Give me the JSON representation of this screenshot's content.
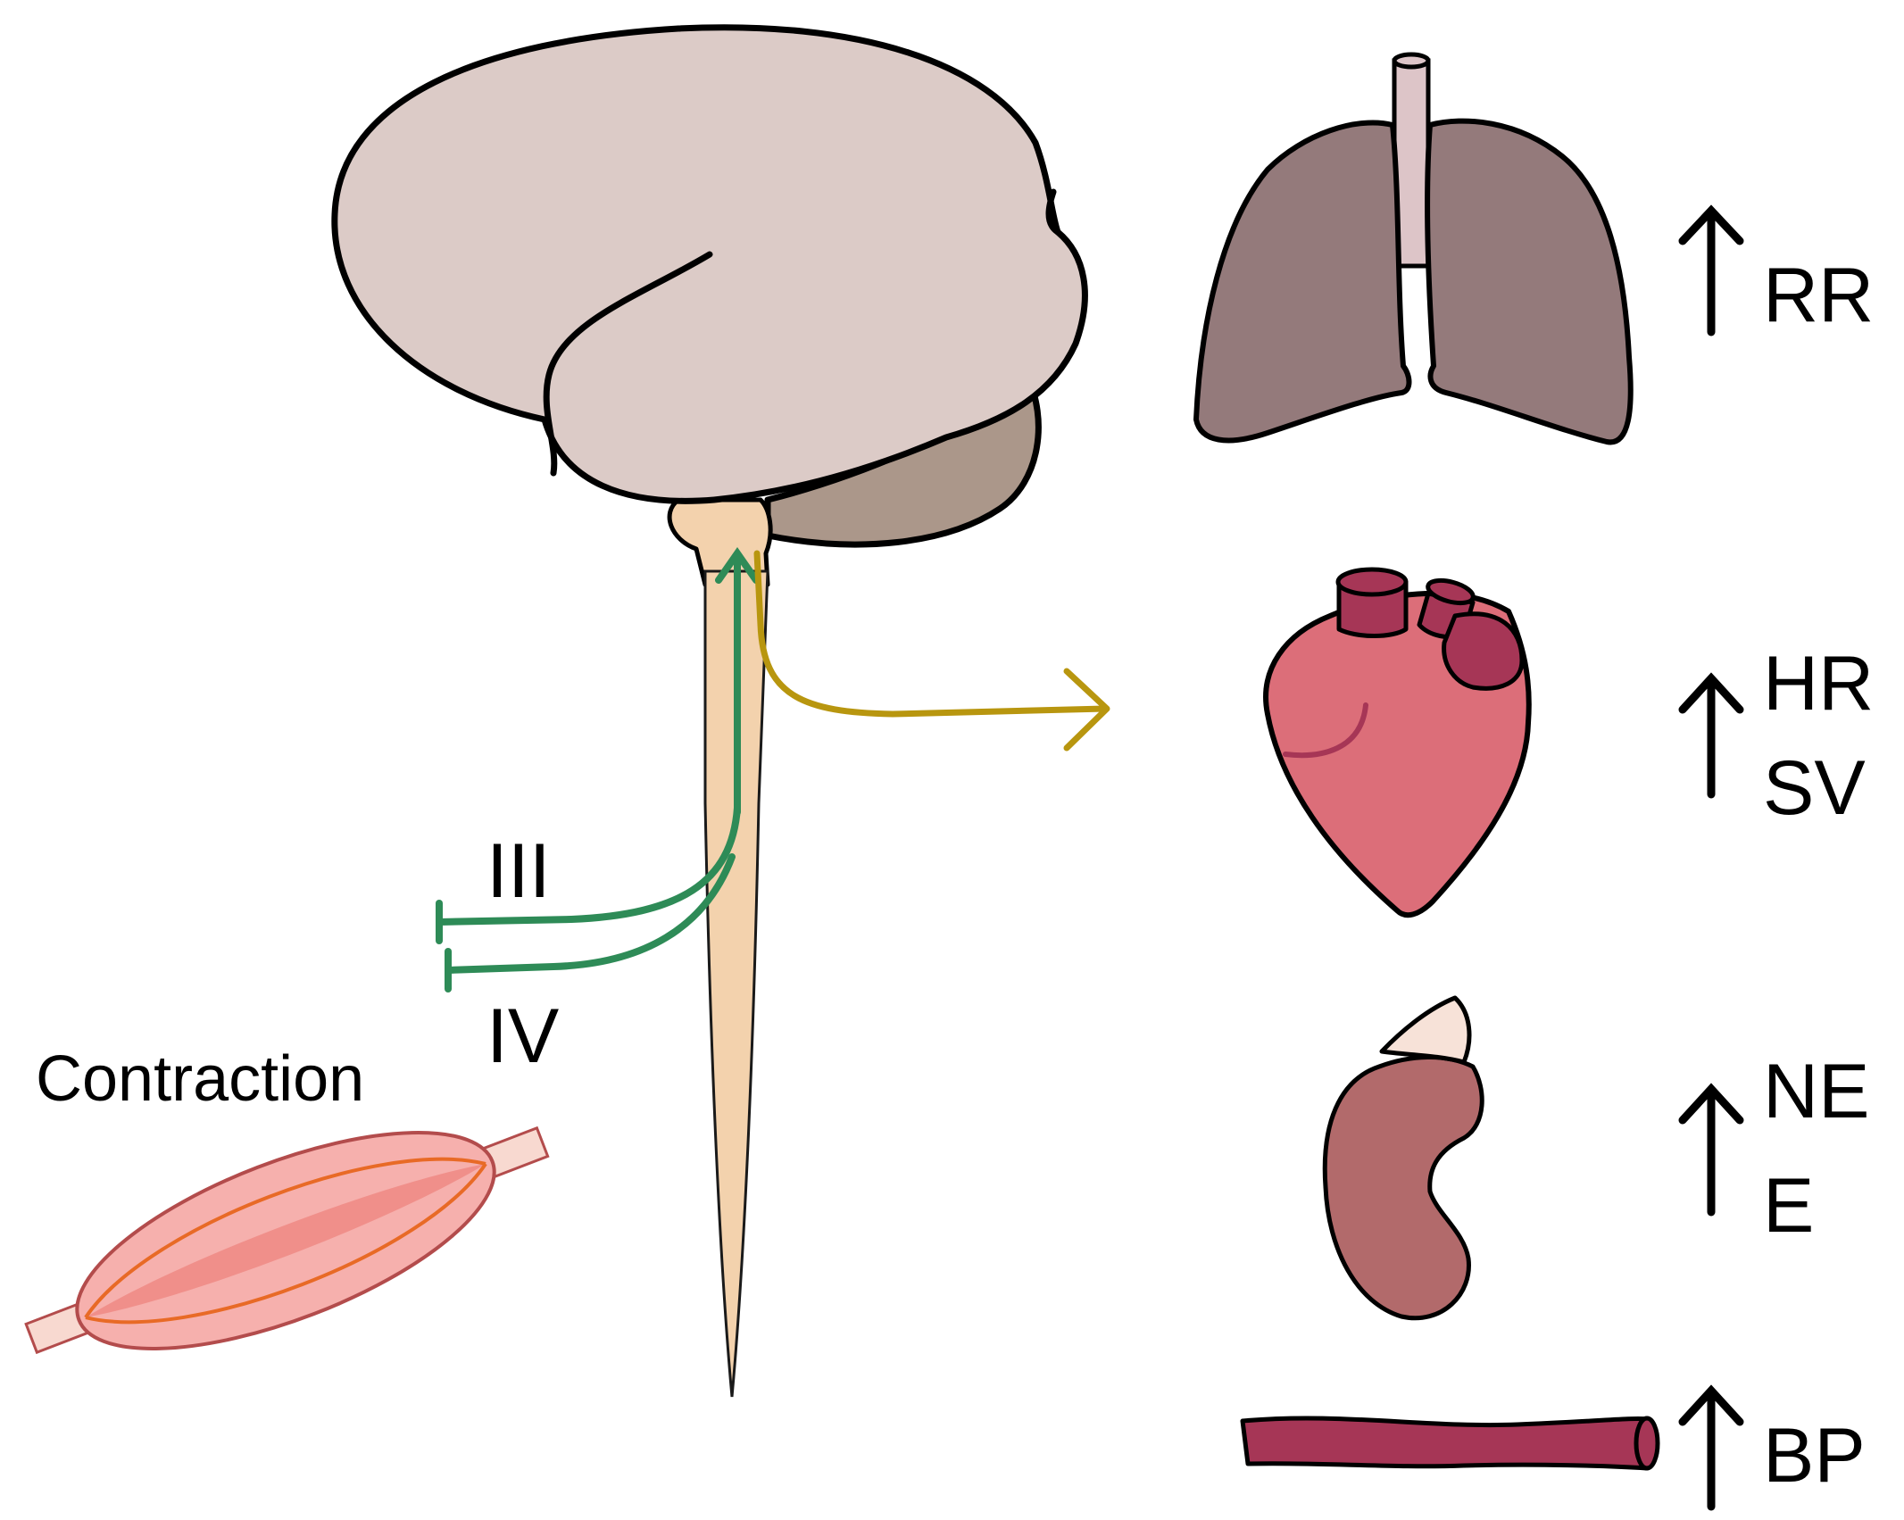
{
  "colors": {
    "background": "#ffffff",
    "cerebrum": "#dccbc7",
    "cerebellum": "#ab978a",
    "spinal_cord": "#f3d2ad",
    "afferent_pathway": "#2e8b57",
    "efferent_pathway": "#b8960f",
    "lungs": "#947a7b",
    "trachea": "#ddc5c8",
    "heart": "#dc6e79",
    "heart_vessels": "#a63656",
    "adrenal_gland": "#b26a6b",
    "adrenal_cap": "#f7e2d8",
    "blood_vessel": "#a63656",
    "muscle": "#f6b0ad",
    "muscle_fibers": "#e86a26"
  },
  "icons": {
    "increase_arrow": "up-arrow-icon",
    "brain": "brain-icon",
    "lungs": "lungs-icon",
    "heart": "heart-icon",
    "adrenal": "adrenal-gland-icon",
    "vessel": "blood-vessel-icon",
    "muscle": "muscle-icon"
  },
  "labels": {
    "afferent_upper": "III",
    "afferent_lower": "IV",
    "contraction": "Contraction"
  },
  "responses": {
    "lungs": {
      "line1": "RR"
    },
    "heart": {
      "line1": "HR",
      "line2": "SV"
    },
    "adrenal": {
      "line1": "NE",
      "line2": "E"
    },
    "vessel": {
      "line1": "BP"
    }
  }
}
